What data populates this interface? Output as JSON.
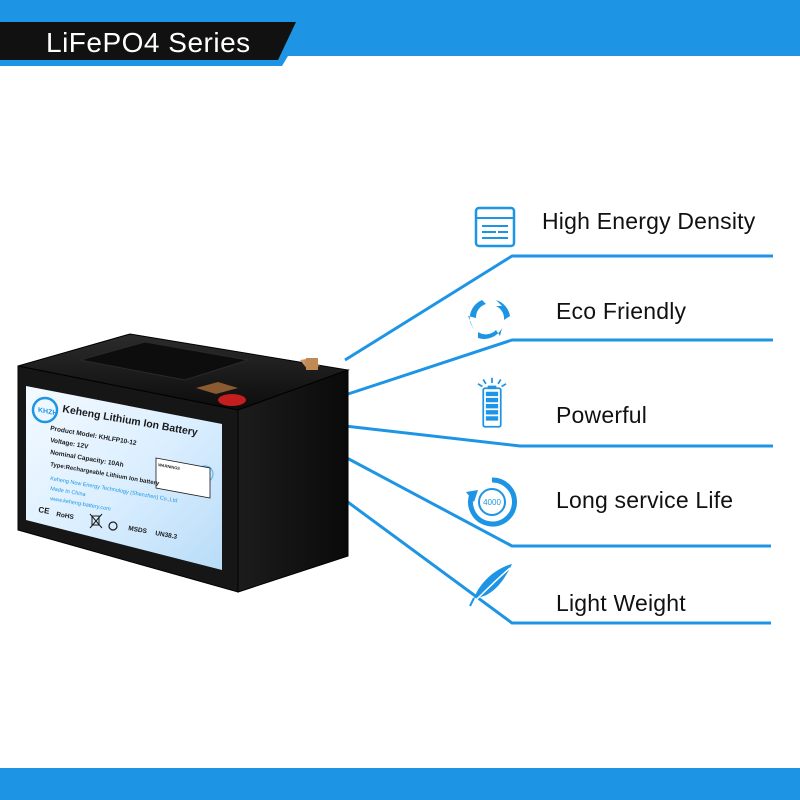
{
  "header": {
    "title": "LiFePO4 Series"
  },
  "battery_label": {
    "brand_logo": "KHZH",
    "title": "Keheng Lithium Ion Battery",
    "model": "Product Model: KHLFP10-12",
    "voltage": "Voltage: 12V",
    "capacity": "Nominal Capacity: 10Ah",
    "type": "Type:Rechargeable Lithium Ion battery",
    "manufacturer": "Keheng New Energy Technology (Shenzhen) Co.,Ltd",
    "made_in": "Made In China",
    "website": "www.keheng-battery.com",
    "warning_title": "WARNINGS",
    "cert_ce": "CE",
    "cert_rohs": "RoHS",
    "cert_msds": "MSDS",
    "cert_un": "UN38.3"
  },
  "features": [
    {
      "label": "High Energy Density",
      "icon": "document-lines-icon"
    },
    {
      "label": "Eco Friendly",
      "icon": "recycle-icon"
    },
    {
      "label": "Powerful",
      "icon": "battery-full-icon"
    },
    {
      "label": "Long service Life",
      "icon": "cycle-4000-icon",
      "icon_text": "4000"
    },
    {
      "label": "Light Weight",
      "icon": "feather-icon"
    }
  ],
  "colors": {
    "accent": "#1e95e4",
    "header_dark": "#111111",
    "text": "#111111",
    "battery_body": "#151515"
  }
}
